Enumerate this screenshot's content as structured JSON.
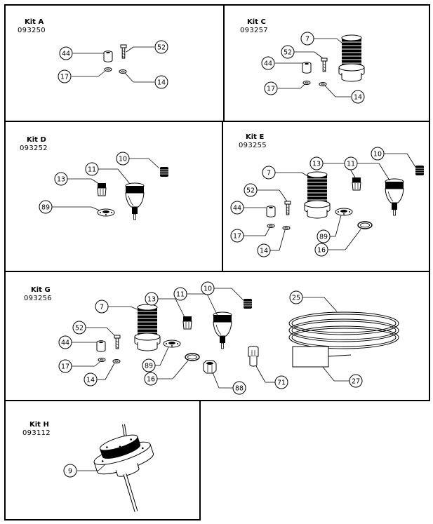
{
  "kits": {
    "a": {
      "name": "Kit A",
      "part_number": "093250",
      "callouts": [
        "44",
        "52",
        "17",
        "14"
      ]
    },
    "c": {
      "name": "Kit C",
      "part_number": "093257",
      "callouts": [
        "7",
        "52",
        "44",
        "17",
        "14"
      ]
    },
    "d": {
      "name": "Kit D",
      "part_number": "093252",
      "callouts": [
        "10",
        "11",
        "13",
        "89"
      ]
    },
    "e": {
      "name": "Kit E",
      "part_number": "093255",
      "callouts": [
        "10",
        "7",
        "13",
        "11",
        "52",
        "44",
        "89",
        "17",
        "14",
        "16"
      ]
    },
    "g": {
      "name": "Kit G",
      "part_number": "093256",
      "callouts": [
        "10",
        "25",
        "7",
        "13",
        "11",
        "52",
        "44",
        "89",
        "17",
        "14",
        "16",
        "88",
        "71",
        "27"
      ]
    },
    "h": {
      "name": "Kit H",
      "part_number": "093112",
      "callouts": [
        "9"
      ]
    }
  }
}
